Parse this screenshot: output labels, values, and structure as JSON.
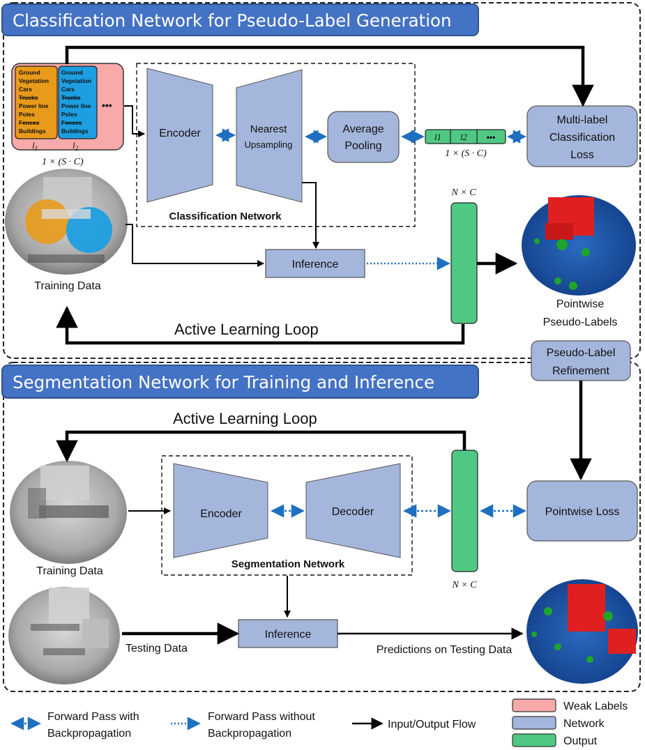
{
  "panels": {
    "top_title": "Classification Network for Pseudo-Label Generation",
    "bottom_title": "Segmentation Network for Training and Inference"
  },
  "weak_labels": {
    "card1": [
      "Ground",
      "Vegetation",
      "Cars",
      "Trucks",
      "Power line",
      "Poles",
      "Fences",
      "Buildings"
    ],
    "card2": [
      "Ground",
      "Vegetation",
      "Cars",
      "Trucks",
      "Power line",
      "Poles",
      "Fences",
      "Buildings"
    ],
    "struck": [
      "Trucks",
      "Fences"
    ],
    "card1_label": "l",
    "card1_sub": "1",
    "card2_label": "l",
    "card2_sub": "2",
    "ellipsis": "•••",
    "dim": "1 × (S · C)"
  },
  "classification": {
    "encoder": "Encoder",
    "upsampling_line1": "Nearest",
    "upsampling_line2": "Upsampling",
    "pooling_line1": "Average",
    "pooling_line2": "Pooling",
    "network_label": "Classification Network",
    "vector_cells": [
      "l1",
      "l2",
      "•••"
    ],
    "vector_dim": "1 × (S · C)",
    "loss_line1": "Multi-label",
    "loss_line2": "Classification",
    "loss_line3": "Loss",
    "inference": "Inference",
    "output_dim": "N × C",
    "training_data": "Training Data",
    "pseudo_line1": "Pointwise",
    "pseudo_line2": "Pseudo-Labels",
    "loop": "Active Learning Loop"
  },
  "refinement": {
    "line1": "Pseudo-Label",
    "line2": "Refinement"
  },
  "segmentation": {
    "loop": "Active Learning Loop",
    "encoder": "Encoder",
    "decoder": "Decoder",
    "network_label": "Segmentation Network",
    "output_dim": "N × C",
    "loss": "Pointwise Loss",
    "training_data": "Training Data",
    "testing_data": "Testing Data",
    "inference": "Inference",
    "predictions": "Predictions on Testing Data"
  },
  "legend": {
    "fwd_bp_line1": "Forward Pass with",
    "fwd_bp_line2": "Backpropagation",
    "fwd_nobp_line1": "Forward Pass without",
    "fwd_nobp_line2": "Backpropagation",
    "io": "Input/Output Flow",
    "weak": "Weak Labels",
    "network": "Network",
    "output": "Output"
  },
  "colors": {
    "banner": "#4472c4",
    "network": "#a4b6dc",
    "output": "#4fc883",
    "weak": "#f8a9a9",
    "card1": "#e89a1a",
    "card2": "#1d9ee0",
    "dotted_arrow": "#1f6fc0"
  }
}
